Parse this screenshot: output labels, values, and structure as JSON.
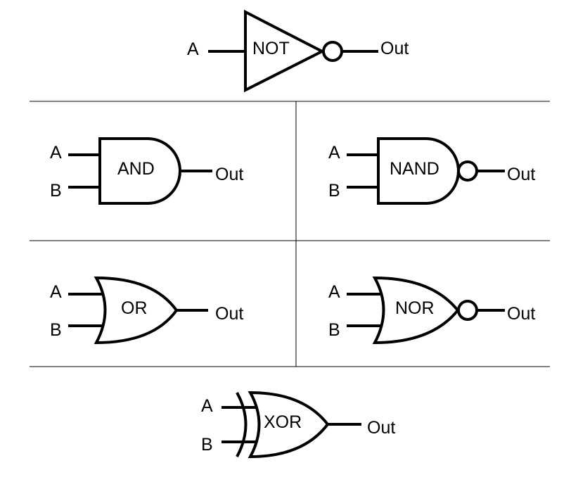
{
  "gates": {
    "not": {
      "name": "NOT",
      "input_a": "A",
      "output": "Out"
    },
    "and": {
      "name": "AND",
      "input_a": "A",
      "input_b": "B",
      "output": "Out"
    },
    "nand": {
      "name": "NAND",
      "input_a": "A",
      "input_b": "B",
      "output": "Out"
    },
    "or": {
      "name": "OR",
      "input_a": "A",
      "input_b": "B",
      "output": "Out"
    },
    "nor": {
      "name": "NOR",
      "input_a": "A",
      "input_b": "B",
      "output": "Out"
    },
    "xor": {
      "name": "XOR",
      "input_a": "A",
      "input_b": "B",
      "output": "Out"
    }
  },
  "colors": {
    "stroke": "#000000",
    "background": "#ffffff"
  }
}
